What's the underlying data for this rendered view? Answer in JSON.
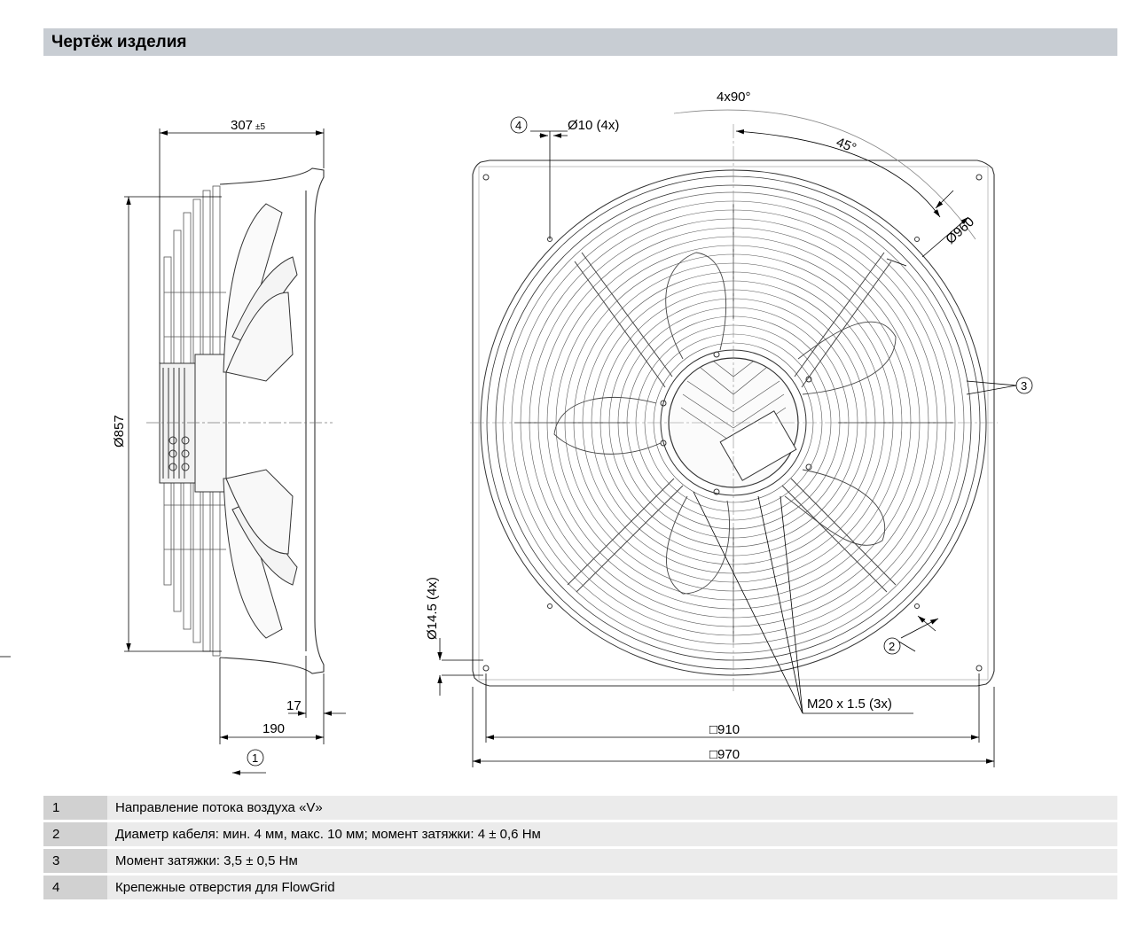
{
  "header": {
    "title": "Чертёж изделия"
  },
  "drawing": {
    "side_view": {
      "dim_depth": "307",
      "dim_depth_tol": "±5",
      "dim_diameter": "Ø857",
      "dim_flange": "17",
      "dim_motor": "190",
      "callout_airflow": "1"
    },
    "front_view": {
      "callout_flowgrid": "4",
      "dim_flowgrid_holes": "Ø10 (4x)",
      "dim_angle_count": "4x90°",
      "dim_angle": "45°",
      "dim_ring_diameter": "Ø960",
      "callout_torque": "3",
      "callout_cable": "2",
      "dim_mount_holes": "Ø14.5 (4x)",
      "dim_thread": "M20 x 1.5 (3x)",
      "dim_inner_square": "□910",
      "dim_outer_square": "□970"
    }
  },
  "legend": [
    {
      "num": "1",
      "text": "Направление потока воздуха «V»"
    },
    {
      "num": "2",
      "text": "Диаметр кабеля: мин. 4 мм, макс. 10 мм; момент затяжки: 4 ± 0,6 Нм"
    },
    {
      "num": "3",
      "text": "Момент затяжки: 3,5 ± 0,5 Нм"
    },
    {
      "num": "4",
      "text": "Крепежные отверстия для FlowGrid"
    }
  ]
}
